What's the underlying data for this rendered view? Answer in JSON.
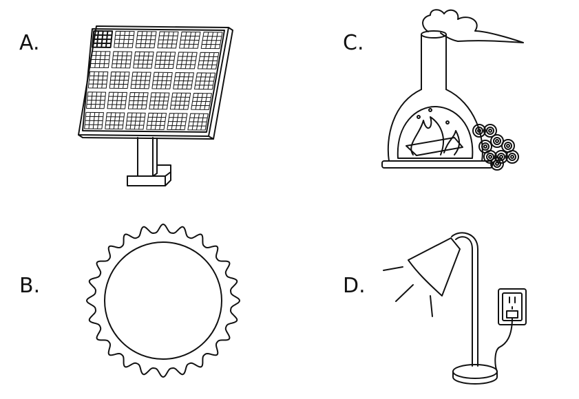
{
  "options": [
    {
      "label": "A.",
      "item": "solar-panel"
    },
    {
      "label": "B.",
      "item": "sun"
    },
    {
      "label": "C.",
      "item": "fireplace"
    },
    {
      "label": "D.",
      "item": "desk-lamp"
    }
  ],
  "colors": {
    "line": "#111111",
    "background": "#ffffff"
  }
}
